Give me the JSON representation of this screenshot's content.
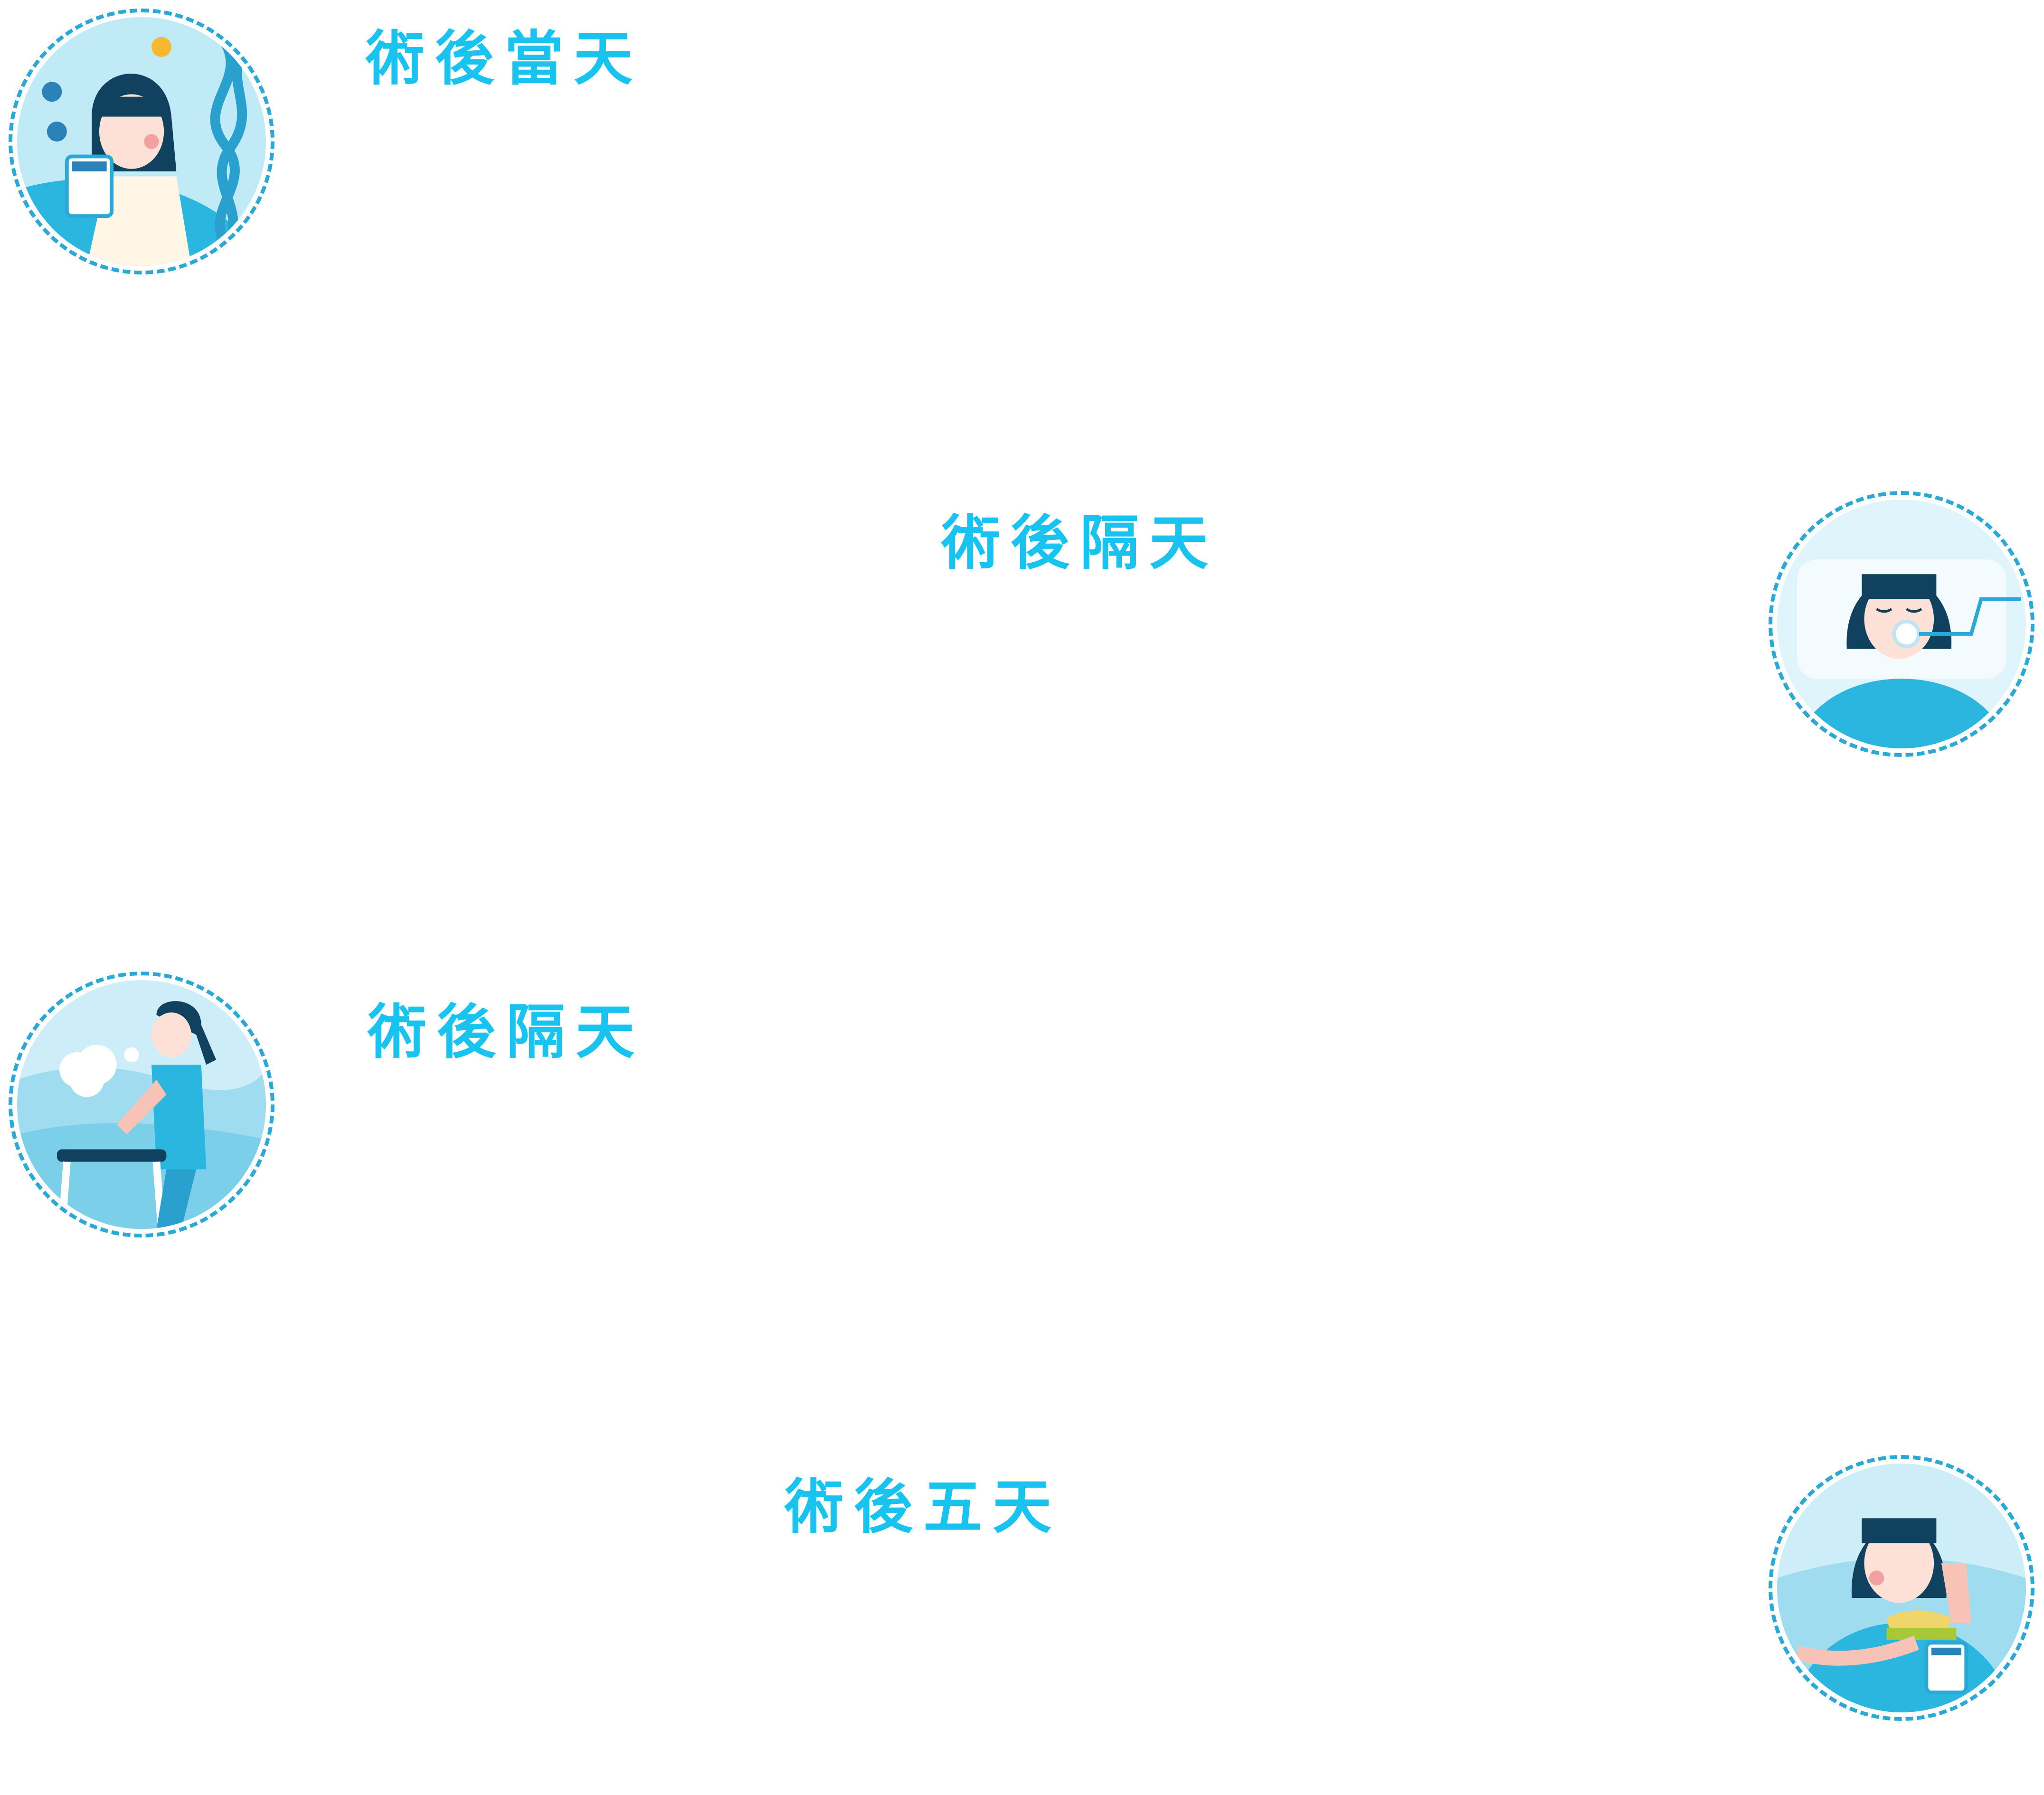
{
  "steps": [
    {
      "title": "術後當天",
      "icon": "patient-drinking-supplement"
    },
    {
      "title": "術後隔天",
      "icon": "patient-resting-oxygen"
    },
    {
      "title": "術後隔天",
      "icon": "patient-walking-with-walker"
    },
    {
      "title": "術後五天",
      "icon": "patient-eating-thumbs-up"
    }
  ],
  "colors": {
    "accent": "#18c4ef",
    "dashed_ring": "#2aa8d6",
    "illustration_blue": "#2ab6de",
    "hair": "#10415f"
  }
}
